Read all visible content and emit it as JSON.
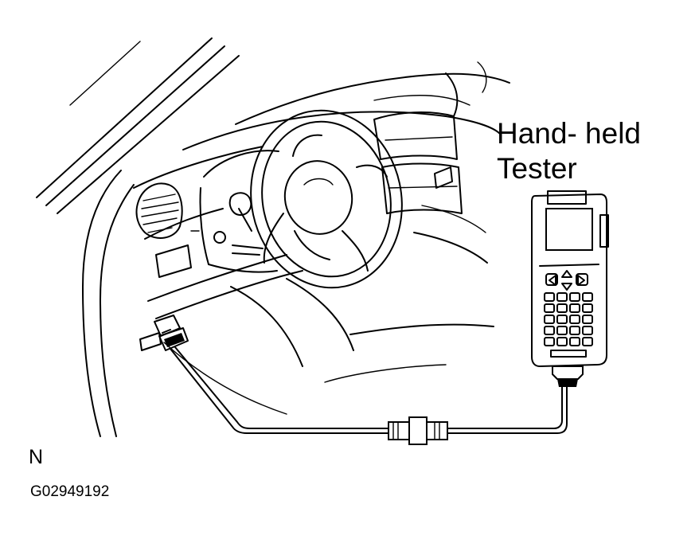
{
  "labels": {
    "tester_line1": "Hand- held",
    "tester_line2": "Tester",
    "view_mark": "N",
    "figure_code": "G02949192"
  },
  "colors": {
    "ink": "#000000",
    "paper": "#ffffff"
  }
}
